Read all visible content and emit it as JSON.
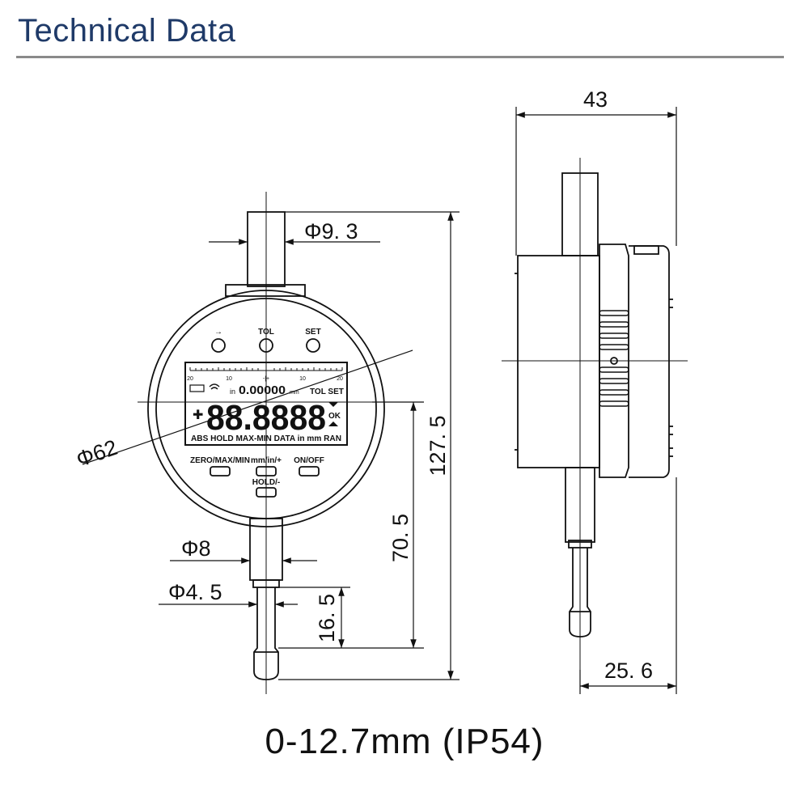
{
  "header": {
    "title": "Technical Data"
  },
  "dimensions": {
    "stem_diameter": "Φ9. 3",
    "dial_diameter": "Φ62",
    "spindle_diameter": "Φ8",
    "tip_diameter": "Φ4. 5",
    "total_height": "127. 5",
    "lower_height": "70. 5",
    "tip_length": "16. 5",
    "depth": "43",
    "spindle_offset": "25. 6"
  },
  "dial": {
    "arrow_label": "→",
    "tol_label": "TOL",
    "set_label": "SET",
    "scale_left": "20",
    "scale_mid_left": "10",
    "scale_mid_right": "10",
    "scale_right": "20",
    "scale_center": "-|+",
    "sub_unit_in": "in",
    "sub_value": "0.00000",
    "sub_unit_mm": "mm",
    "tol_indicator": "TOL SET",
    "sign": "✚",
    "main_value": "88.8888",
    "ok_label": "OK",
    "status_row": "ABS HOLD MAX-MIN DATA in mm RAN",
    "zero_button": "ZERO/MAX/MIN",
    "unit_button": "mm/in/+",
    "onoff_button": "ON/OFF",
    "hold_button": "HOLD/-"
  },
  "caption": "0-12.7mm (IP54)"
}
